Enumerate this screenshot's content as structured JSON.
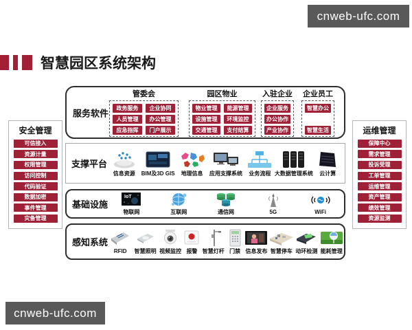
{
  "watermark": {
    "text": "cnweb-ufc.com"
  },
  "title": "智慧园区系统架构",
  "colors": {
    "accent_red": "#9e2138",
    "banner_gray": "#595959"
  },
  "security_panel": {
    "title": "安全管理",
    "items": [
      "可信接入",
      "资源计量",
      "权限管理",
      "访问控制",
      "代码验证",
      "数据加密",
      "事件管理",
      "灾备管理"
    ]
  },
  "ops_panel": {
    "title": "运维管理",
    "items": [
      "保障中心",
      "需求管理",
      "投诉受理",
      "工单管理",
      "运维管理",
      "资产管理",
      "绩效管理",
      "资源监测"
    ]
  },
  "service_layer": {
    "label": "服务软件",
    "groups": [
      {
        "header": "管委会",
        "items": [
          "政务服务",
          "企业协同",
          "人员管理",
          "办公管理",
          "应急指挥",
          "门户展示"
        ]
      },
      {
        "header": "园区物业",
        "items": [
          "物业管理",
          "能源管理",
          "设施管理",
          "环境监控",
          "交通管理",
          "支付结算"
        ]
      },
      {
        "header": "入驻企业",
        "items": [
          "企业服务",
          "办公协作",
          "产业协作"
        ]
      },
      {
        "header": "企业员工",
        "items": [
          "智慧办公",
          "智慧生活"
        ]
      }
    ]
  },
  "platform_layer": {
    "label": "支撑平台",
    "items": [
      {
        "label": "信息资源",
        "icon": "info-resource-icon"
      },
      {
        "label": "BIM及3D GIS",
        "icon": "bim-gis-icon"
      },
      {
        "label": "地理信息",
        "icon": "geo-info-icon"
      },
      {
        "label": "应用支撑系统",
        "icon": "app-support-icon"
      },
      {
        "label": "业务流程",
        "icon": "business-flow-icon"
      },
      {
        "label": "大数据管理系统",
        "icon": "bigdata-icon"
      },
      {
        "label": "云计算",
        "icon": "cloud-computing-icon"
      }
    ]
  },
  "infrastructure_layer": {
    "label": "基础设施",
    "items": [
      {
        "label": "物联网",
        "icon": "iot-icon"
      },
      {
        "label": "互联网",
        "icon": "internet-icon"
      },
      {
        "label": "通信网",
        "icon": "comm-network-icon"
      },
      {
        "label": "5G",
        "icon": "antenna-5g-icon"
      },
      {
        "label": "WiFi",
        "icon": "wifi-icon"
      }
    ]
  },
  "perception_layer": {
    "label": "感知系统",
    "items": [
      {
        "label": "RFID",
        "icon": "rfid-reader-icon"
      },
      {
        "label": "智慧照明",
        "icon": "smart-lighting-icon"
      },
      {
        "label": "视频监控",
        "icon": "cctv-camera-icon"
      },
      {
        "label": "报警",
        "icon": "alarm-button-icon"
      },
      {
        "label": "智慧灯杆",
        "icon": "smart-pole-icon"
      },
      {
        "label": "门禁",
        "icon": "access-keypad-icon"
      },
      {
        "label": "信息发布",
        "icon": "info-display-icon"
      },
      {
        "label": "智慧停车",
        "icon": "smart-parking-icon"
      },
      {
        "label": "动环检测",
        "icon": "env-monitor-icon"
      },
      {
        "label": "能耗管理",
        "icon": "energy-mgmt-icon"
      }
    ]
  }
}
